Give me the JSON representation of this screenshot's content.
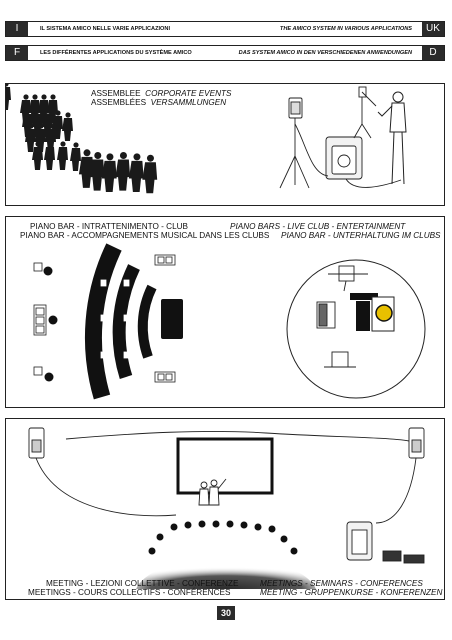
{
  "header": {
    "row1": {
      "left_tag": "I",
      "left_text": "IL SISTEMA AMICO NELLE VARIE APPLICAZIONI",
      "right_text": "THE AMICO SYSTEM IN VARIOUS APPLICATIONS",
      "right_tag": "UK"
    },
    "row2": {
      "left_tag": "F",
      "left_text": "LES DIFFÉRENTES APPLICATIONS DU SYSTÈME AMICO",
      "right_text": "DAS SYSTEM AMICO IN DEN VERSCHIEDENEN ANWENDUNGEN",
      "right_tag": "D"
    }
  },
  "panels": {
    "assembly": {
      "it": "ASSEMBLEE",
      "uk": "CORPORATE EVENTS",
      "fr": "ASSEMBLÉES",
      "de": "VERSAMMLUNGEN"
    },
    "piano_bar": {
      "it": "PIANO BAR - INTRATTENIMENTO - CLUB",
      "uk": "PIANO BARS - LIVE CLUB - ENTERTAINMENT",
      "fr": "PIANO BAR - ACCOMPAGNEMENTS MUSICAL DANS LES CLUBS",
      "de": "PIANO BAR - UNTERHALTUNG IM CLUBS"
    },
    "meeting": {
      "it": "MEETING - LEZIONI COLLETTIVE - CONFERENZE",
      "uk": "MEETINGS - SEMINARS - CONFERENCES",
      "fr": "MEETINGS - COURS COLLECTIFS - CONFÉRENCES",
      "de": "MEETING - GRUPPENKURSE - KONFERENZEN"
    }
  },
  "page_number": "30"
}
